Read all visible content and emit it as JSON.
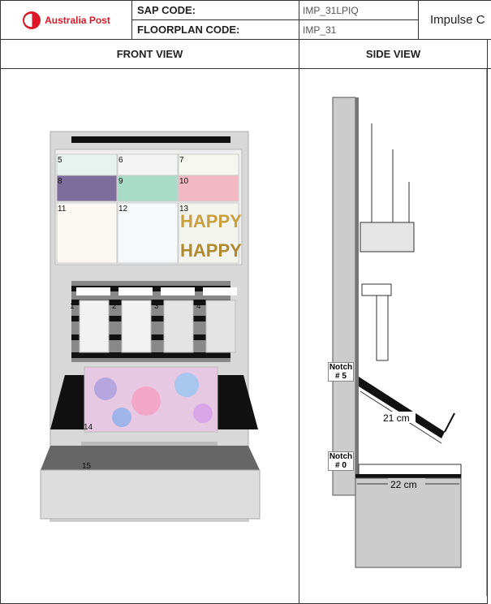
{
  "header": {
    "logo_text": "Australia Post",
    "brand_color": "#dc1928",
    "sap_label": "SAP CODE:",
    "sap_value": "IMP_31LPIQ",
    "floorplan_label": "FLOORPLAN CODE:",
    "floorplan_value": "IMP_31",
    "title": "Impulse C"
  },
  "views": {
    "front": "FRONT VIEW",
    "side": "SIDE VIEW"
  },
  "front": {
    "cards": [
      {
        "n": "5",
        "color": "#e8f3f0"
      },
      {
        "n": "6",
        "color": "#f3f3f3"
      },
      {
        "n": "7",
        "color": "#f5f7f0"
      },
      {
        "n": "8",
        "color": "#7c6e9a"
      },
      {
        "n": "9",
        "color": "#a8dcc8"
      },
      {
        "n": "10",
        "color": "#f2b8c4"
      },
      {
        "n": "11",
        "color": "#fbf7f2"
      },
      {
        "n": "12",
        "color": "#f6f8fa"
      },
      {
        "n": "13",
        "color": "#f4f4ee"
      }
    ],
    "hooks": [
      "1",
      "2",
      "3",
      "4"
    ],
    "wrap_label": "14",
    "base_label": "15",
    "card_texts": {
      "c13": "HAPPY HAPPY"
    }
  },
  "side": {
    "notch_top": "Notch # 5",
    "notch_bottom": "Notch # 0",
    "angled_depth": "21 cm",
    "base_depth": "22 cm"
  }
}
